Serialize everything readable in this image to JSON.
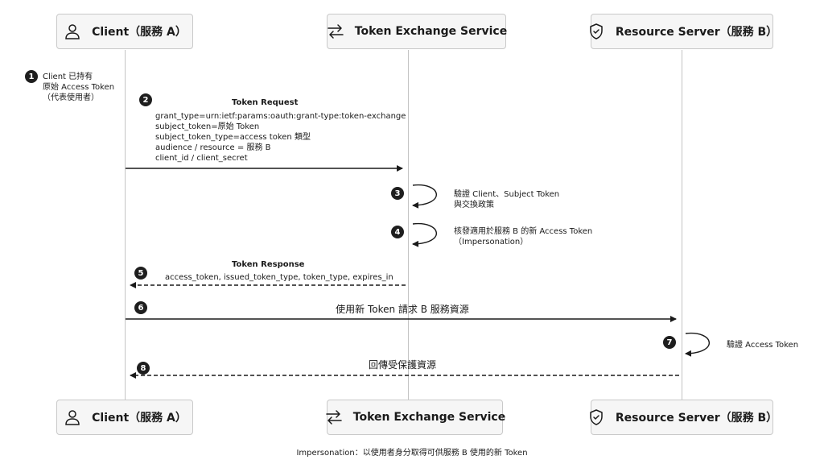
{
  "participants": {
    "client": "Client（服務 A）",
    "tes": "Token Exchange Service",
    "resource": "Resource Server（服務 B）"
  },
  "steps": {
    "s1": {
      "num": "1",
      "line1": "Client 已持有",
      "line2": "原始 Access Token",
      "line3": "（代表使用者）"
    },
    "s2": {
      "num": "2",
      "title": "Token Request",
      "l1": "grant_type=urn:ietf:params:oauth:grant-type:token-exchange",
      "l2": "subject_token=原始 Token",
      "l3": "subject_token_type=access token 類型",
      "l4": "audience / resource = 服務 B",
      "l5": "client_id / client_secret"
    },
    "s3": {
      "num": "3",
      "l1": "驗證 Client、Subject Token",
      "l2": "與交換政策"
    },
    "s4": {
      "num": "4",
      "l1": "核發適用於服務 B 的新 Access Token",
      "l2": "（Impersonation）"
    },
    "s5": {
      "num": "5",
      "title": "Token Response",
      "l1": "access_token,  issued_token_type, token_type, expires_in"
    },
    "s6": {
      "num": "6",
      "label": "使用新 Token 請求 B 服務資源"
    },
    "s7": {
      "num": "7",
      "label": "驗證 Access Token"
    },
    "s8": {
      "num": "8",
      "label": "回傳受保護資源"
    }
  },
  "footnote": "Impersonation：以使用者身分取得可供服務 B 使用的新 Token",
  "colors": {
    "line": "#1a1a1a",
    "lifeline": "#c4c4c4",
    "box_bg": "#f6f6f6"
  },
  "icons": {
    "client": "user-icon",
    "tes": "exchange-arrows-icon",
    "resource": "shield-check-icon"
  }
}
